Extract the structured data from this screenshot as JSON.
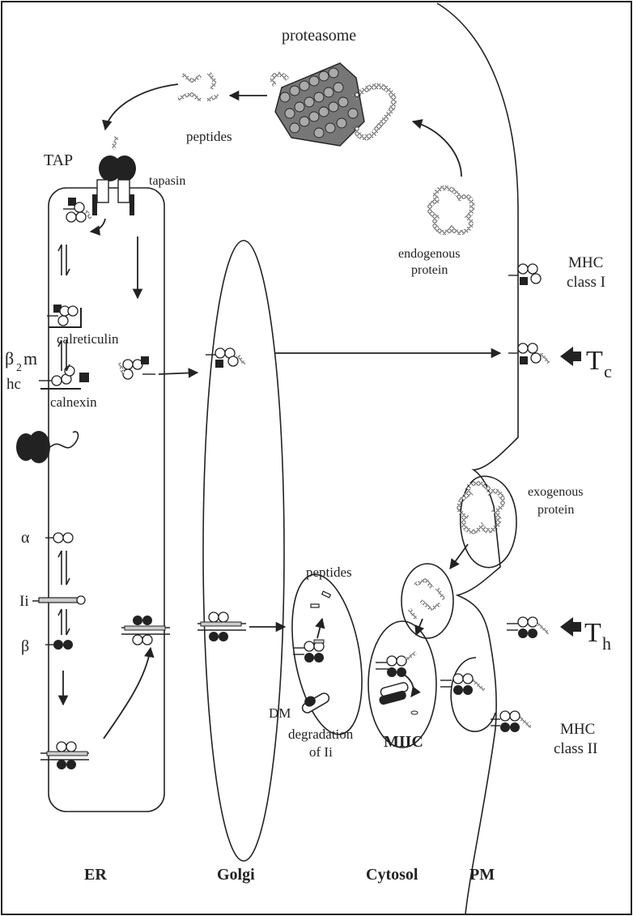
{
  "labels": {
    "proteasome": "proteasome",
    "peptides_top": "peptides",
    "tap": "TAP",
    "tapasin": "tapasin",
    "endogenous_1": "endogenous",
    "endogenous_2": "protein",
    "mhc1_1": "MHC",
    "mhc1_2": "class I",
    "calreticulin": "calreticulin",
    "b2m_b": "β",
    "b2m_sub": "2",
    "b2m_m": "m",
    "hc": "hc",
    "calnexin": "calnexin",
    "tc_T": "T",
    "tc_sub": "c",
    "exogenous_1": "exogenous",
    "exogenous_2": "protein",
    "alpha": "α",
    "ii": "Ii",
    "beta": "β",
    "peptides_mid": "peptides",
    "th_T": "T",
    "th_sub": "h",
    "dm": "DM",
    "degradation_1": "degradation",
    "degradation_2": "of Ii",
    "miic": "MIIC",
    "mhc2_1": "MHC",
    "mhc2_2": "class II",
    "er": "ER",
    "golgi": "Golgi",
    "cytosol": "Cytosol",
    "pm": "PM"
  }
}
